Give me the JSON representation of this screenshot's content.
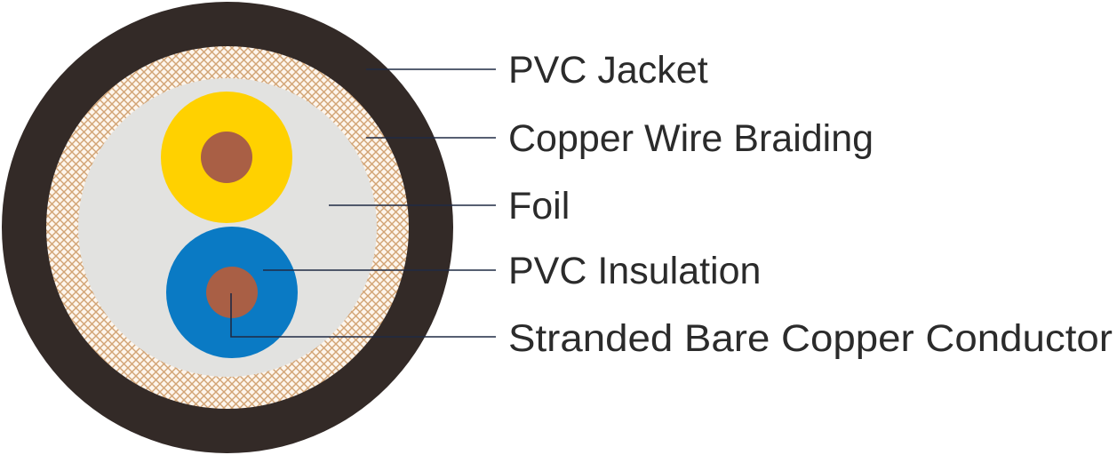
{
  "diagram": {
    "colors": {
      "jacket": "#332a27",
      "braid_base": "#fdf5ec",
      "braid_mesh": "#d2a475",
      "foil": "#e2e2e0",
      "insulation_yellow": "#ffd100",
      "insulation_blue": "#0a7ac4",
      "conductor": "#a95f45",
      "leader_line": "#1f2a44",
      "label_text": "#2b2b2b"
    },
    "labels": [
      {
        "id": "pvc-jacket",
        "text": "PVC Jacket"
      },
      {
        "id": "copper-wire-braiding",
        "text": "Copper Wire Braiding"
      },
      {
        "id": "foil",
        "text": "Foil"
      },
      {
        "id": "pvc-insulation",
        "text": "PVC Insulation"
      },
      {
        "id": "stranded-bare-copper-conductor",
        "text": "Stranded Bare Copper Conductor"
      }
    ]
  }
}
